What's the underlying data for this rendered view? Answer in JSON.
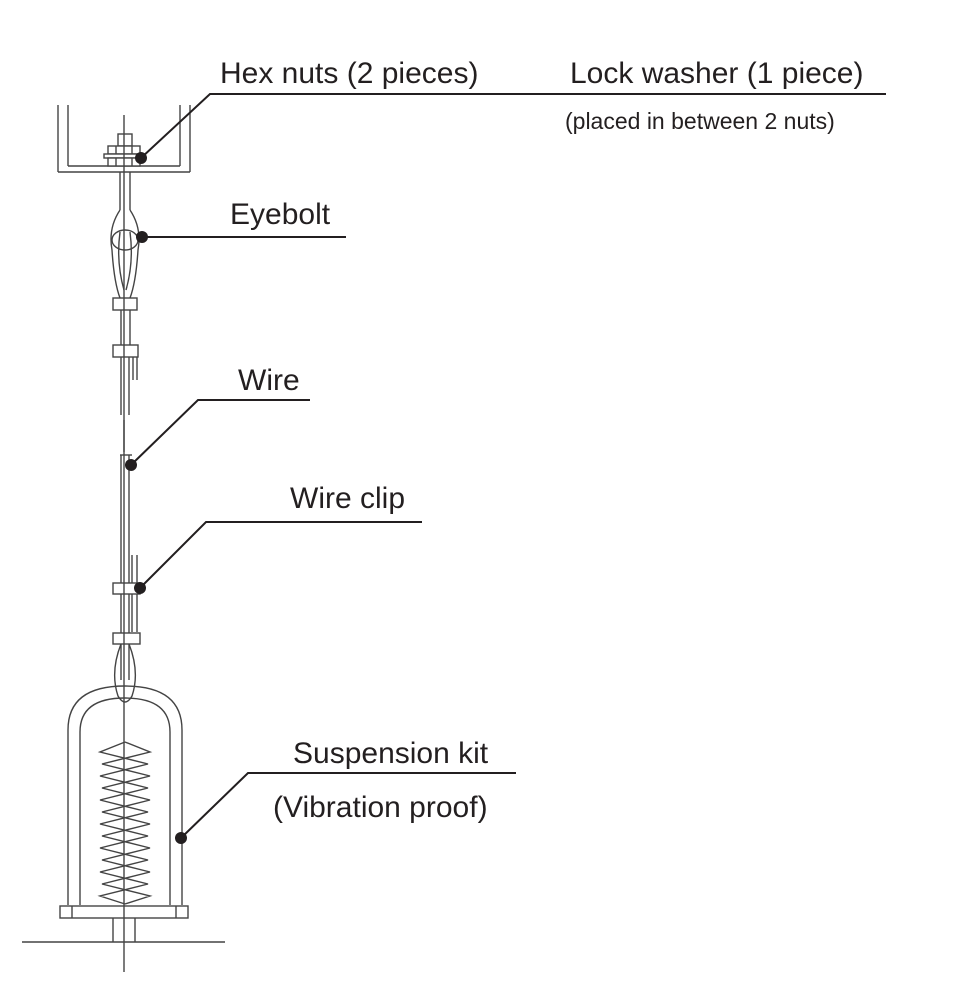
{
  "labels": {
    "hex_nuts": "Hex nuts (2 pieces)",
    "lock_washer": "Lock washer (1 piece)",
    "lock_washer_note": "(placed in between 2 nuts)",
    "eyebolt": "Eyebolt",
    "wire": "Wire",
    "wire_clip": "Wire clip",
    "suspension_kit": "Suspension kit",
    "suspension_kit_note": "(Vibration proof)"
  },
  "colors": {
    "ink": "#231f20",
    "drawing": "#444444",
    "background": "#ffffff"
  }
}
